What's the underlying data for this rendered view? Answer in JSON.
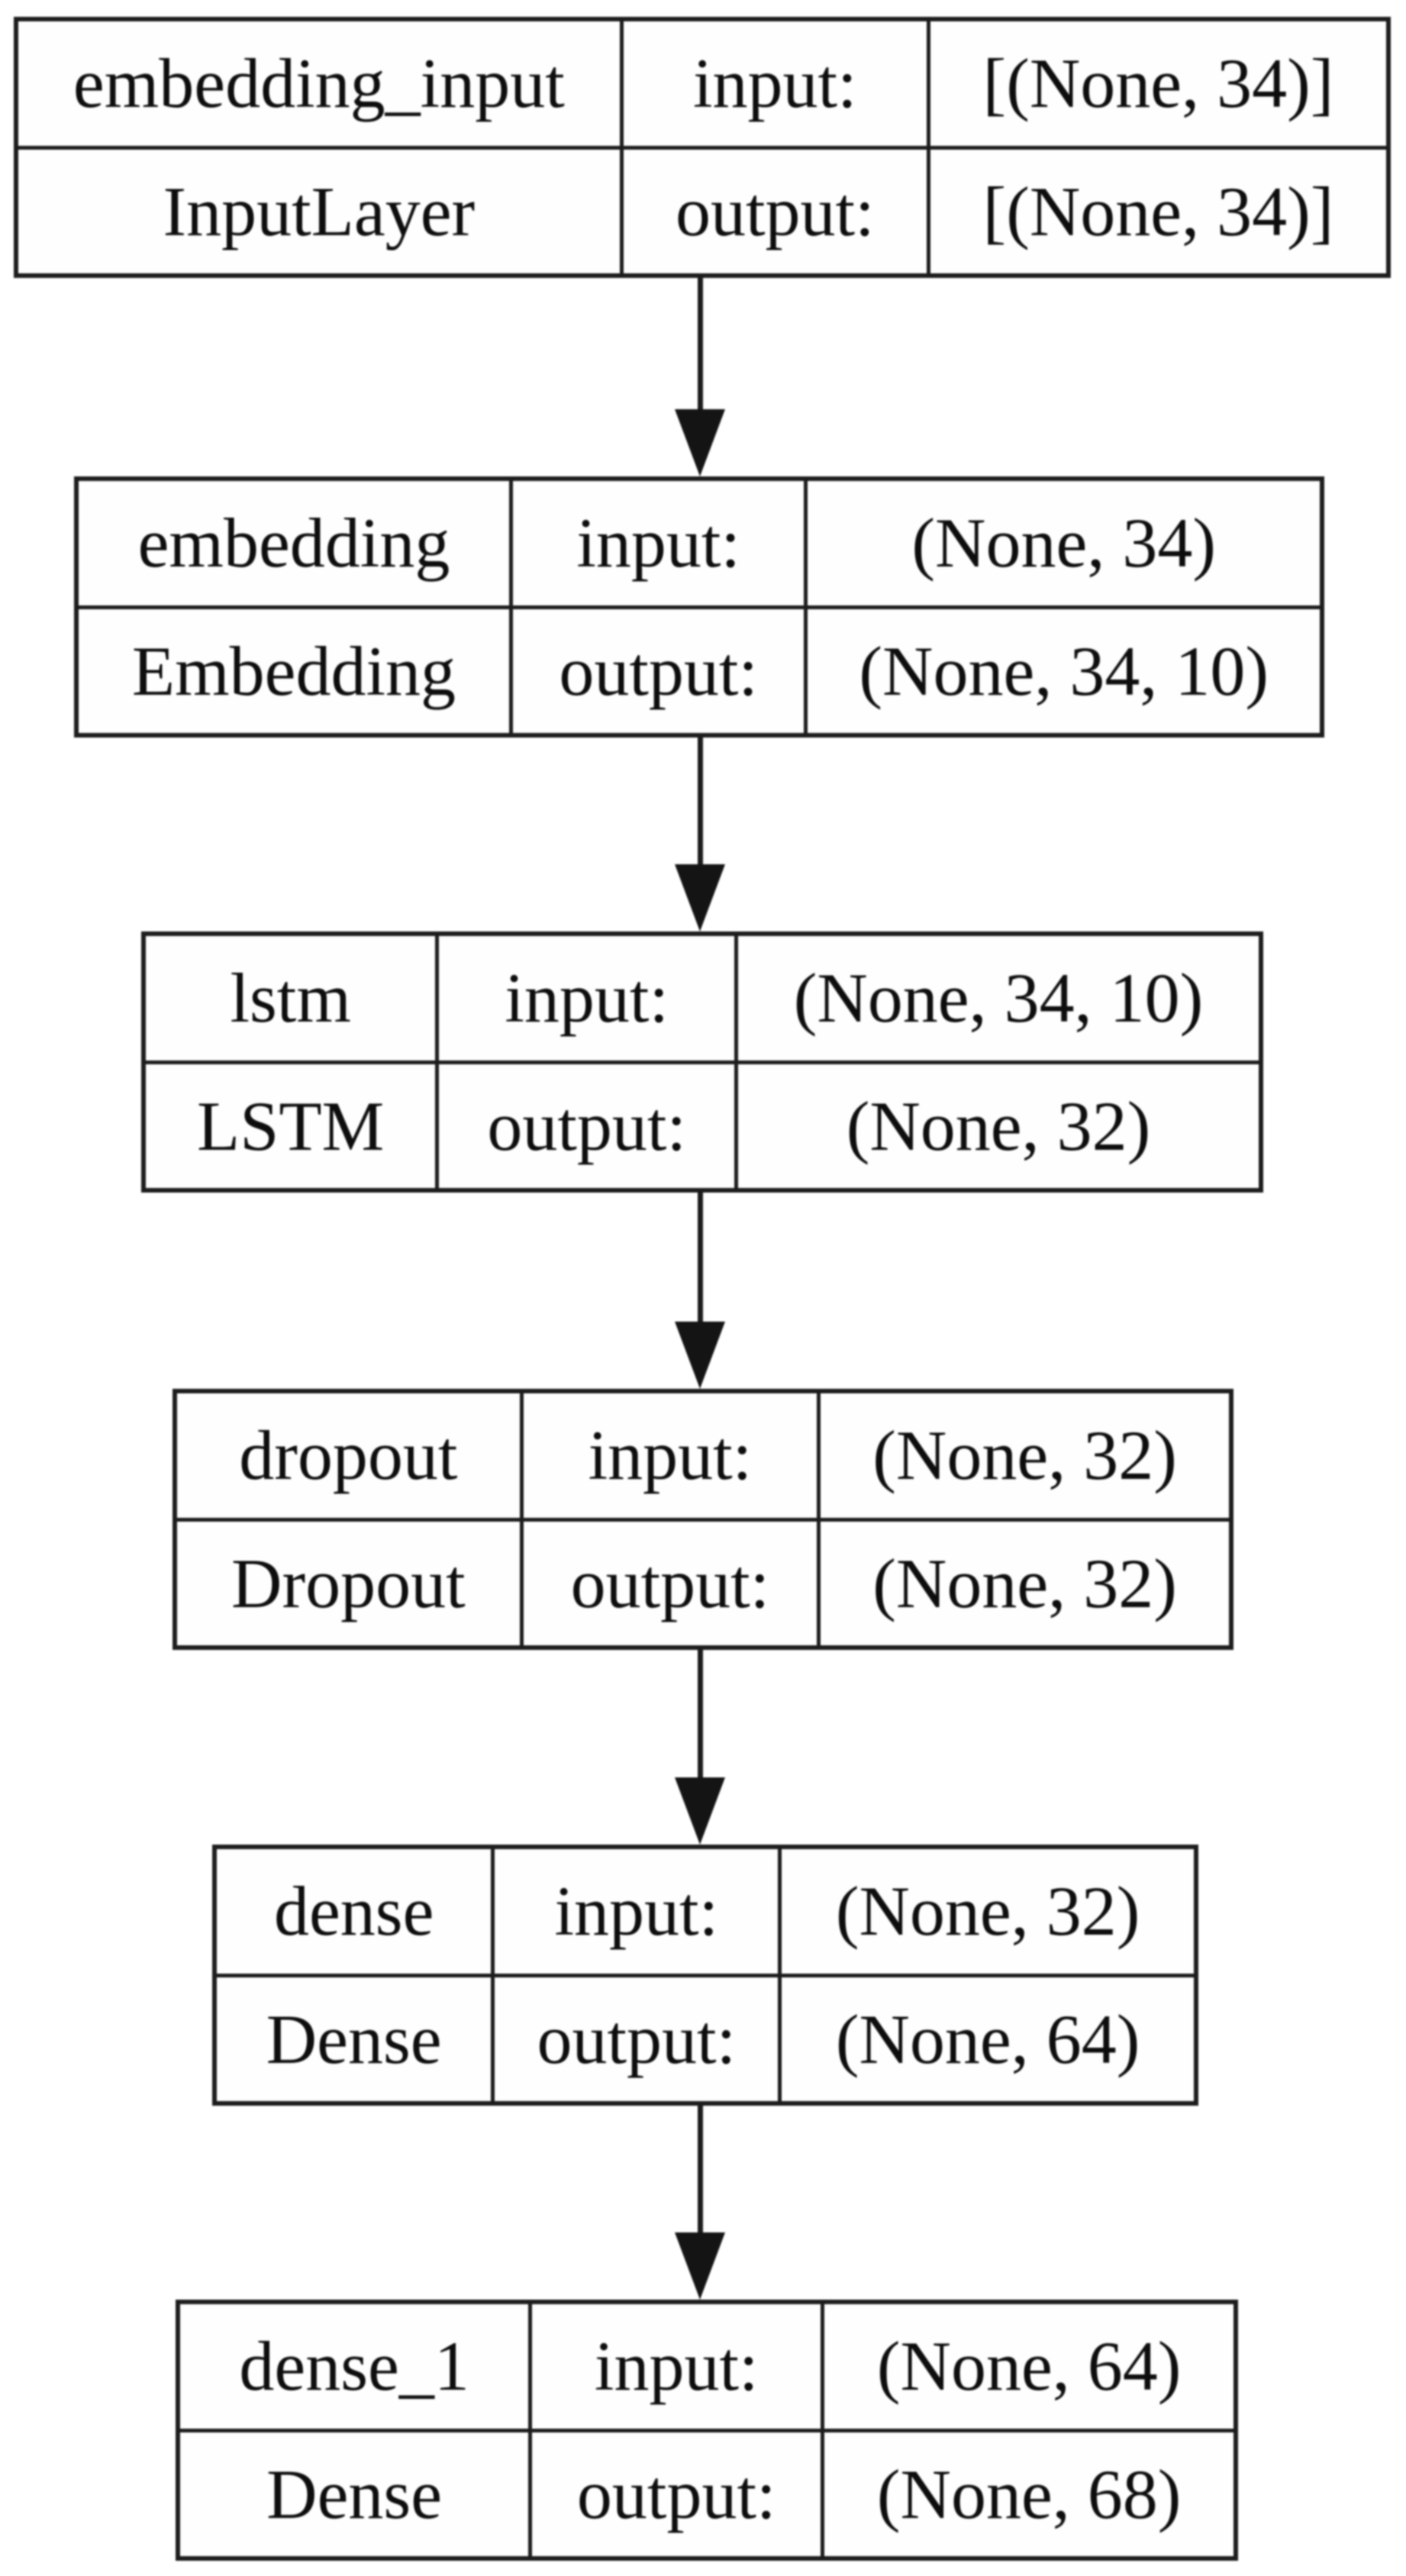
{
  "diagram": {
    "title": "keras-model-architecture-plot",
    "type": "layered-flowchart",
    "labels": {
      "input": "input:",
      "output": "output:"
    },
    "nodes": [
      {
        "name": "embedding_input",
        "layer_type": "InputLayer",
        "input_shape": "[(None, 34)]",
        "output_shape": "[(None, 34)]"
      },
      {
        "name": "embedding",
        "layer_type": "Embedding",
        "input_shape": "(None, 34)",
        "output_shape": "(None, 34, 10)"
      },
      {
        "name": "lstm",
        "layer_type": "LSTM",
        "input_shape": "(None, 34, 10)",
        "output_shape": "(None, 32)"
      },
      {
        "name": "dropout",
        "layer_type": "Dropout",
        "input_shape": "(None, 32)",
        "output_shape": "(None, 32)"
      },
      {
        "name": "dense",
        "layer_type": "Dense",
        "input_shape": "(None, 32)",
        "output_shape": "(None, 64)"
      },
      {
        "name": "dense_1",
        "layer_type": "Dense",
        "input_shape": "(None, 64)",
        "output_shape": "(None, 68)"
      }
    ],
    "edges": [
      {
        "from": "embedding_input",
        "to": "embedding"
      },
      {
        "from": "embedding",
        "to": "lstm"
      },
      {
        "from": "lstm",
        "to": "dropout"
      },
      {
        "from": "dropout",
        "to": "dense"
      },
      {
        "from": "dense",
        "to": "dense_1"
      }
    ],
    "colors": {
      "line": "#1c1c1c",
      "background": "#ffffff",
      "cell_fill": "#fefefe",
      "text": "#0d0d0d"
    }
  }
}
